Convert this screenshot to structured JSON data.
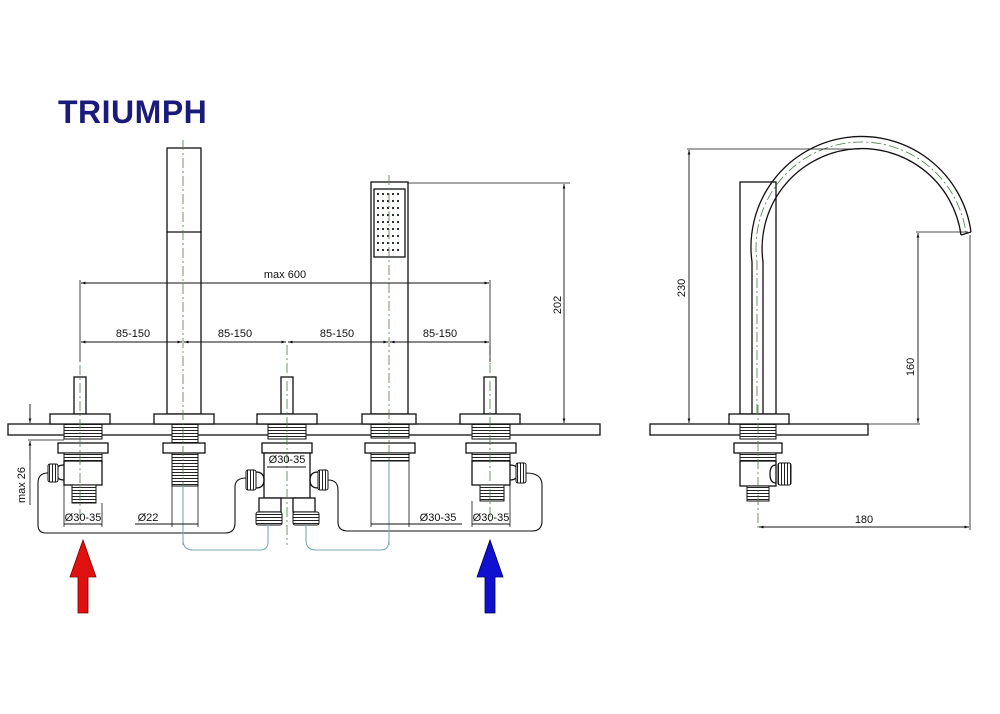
{
  "title": "TRIUMPH",
  "front_view": {
    "overall_width_label": "max 600",
    "spacing_labels": [
      "85-150",
      "85-150",
      "85-150",
      "85-150"
    ],
    "shower_height_label": "202",
    "deck_thickness_label": "max 26",
    "hole_labels": [
      "Ø30-35",
      "Ø22",
      "Ø30-35",
      "Ø30-35",
      "Ø30-35"
    ],
    "components": [
      "hot-valve",
      "spout",
      "diverter-valve",
      "hand-shower",
      "cold-valve"
    ]
  },
  "side_view": {
    "total_height_label": "230",
    "spout_outlet_height_label": "160",
    "spout_reach_label": "180"
  },
  "inlets": {
    "hot": {
      "label": "hot-inlet",
      "color": "#e01010"
    },
    "cold": {
      "label": "cold-inlet",
      "color": "#1010d0"
    }
  },
  "colors": {
    "title": "#1a1a7a",
    "line": "#111111",
    "centerline": "#4a7a4a",
    "hose_blue": "#7aaab8"
  }
}
